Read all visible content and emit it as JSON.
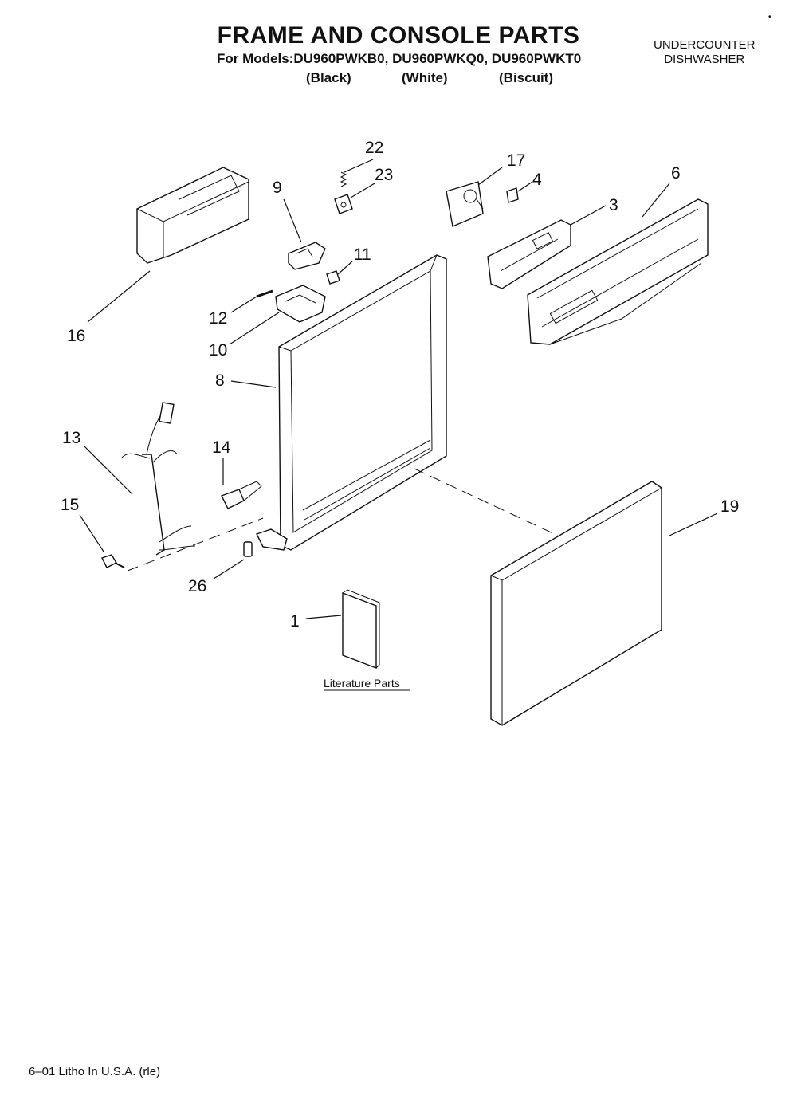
{
  "header": {
    "title": "FRAME AND CONSOLE PARTS",
    "subtitle": "For Models:DU960PWKB0, DU960PWKQ0, DU960PWKT0",
    "variants": [
      "(Black)",
      "(White)",
      "(Biscuit)"
    ],
    "appliance_line1": "UNDERCOUNTER",
    "appliance_line2": "DISHWASHER",
    "corner_mark": "•"
  },
  "callouts": [
    "22",
    "23",
    "17",
    "4",
    "9",
    "3",
    "6",
    "11",
    "12",
    "16",
    "10",
    "8",
    "13",
    "14",
    "15",
    "19",
    "26",
    "1"
  ],
  "literature_label": "Literature Parts",
  "footer": "6–01 Litho In U.S.A. (rle)"
}
